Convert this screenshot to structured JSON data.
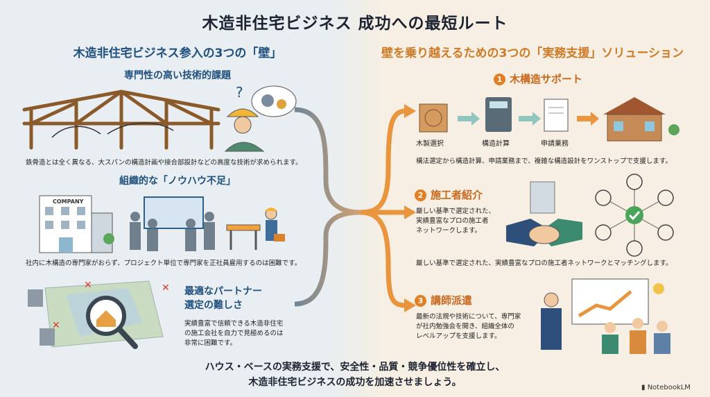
{
  "title": "木造非住宅ビジネス 成功への最短ルート",
  "left": {
    "heading": "木造非住宅ビジネス参入の3つの「壁」",
    "walls": [
      {
        "title": "専門性の高い技術的課題",
        "caption": "鉄骨造とは全く異なる、大スパンの構造計画や接合部設計などの高度な技術が求められます。"
      },
      {
        "title": "組織的な「ノウハウ不足」",
        "sign_text": "COMPANY",
        "caption": "社内に木構造の専門家がおらず、プロジェクト単位で専門家を正社員雇用するのは困難です。"
      },
      {
        "title_line1": "最適なパートナー",
        "title_line2": "選定の難しさ",
        "caption_lines": [
          "実績豊富で信頼できる木造非住宅",
          "の施工会社を自力で見極めるのは",
          "非常に困難です。"
        ]
      }
    ]
  },
  "right": {
    "heading": "壁を乗り越えるための3つの「実務支援」ソリューション",
    "solutions": [
      {
        "number": "1",
        "title": "木構造サポート",
        "steps": [
          "木製選択",
          "構造計算",
          "申請業務"
        ],
        "caption": "構法選定から構造計算、申請業務まで、複雑な構造設計をワンストップで支援します。"
      },
      {
        "number": "2",
        "title": "施工者紹介",
        "body_lines": [
          "厳しい基準で選定された、",
          "実績豊富なプロの施工者",
          "ネットワークします。"
        ],
        "caption": "厳しい基準で選定された、実績豊富なプロの施工者ネットワークとマッチングします。"
      },
      {
        "number": "3",
        "title": "講師派遣",
        "body_lines": [
          "最新の法規や技術について、専門家",
          "が社内勉強会を開き、組織全体の",
          "レベルアップを支援します。"
        ]
      }
    ]
  },
  "footer": {
    "line1": "ハウス・ベースの実務支援で、安全性・品質・競争優位性を確立し、",
    "line2": "木造非住宅ビジネスの成功を加速させましょう。"
  },
  "brand": "NotebookLM",
  "colors": {
    "blue": "#1e4f7e",
    "orange": "#e37f22",
    "gray_arrow": "#7c8fa0"
  }
}
